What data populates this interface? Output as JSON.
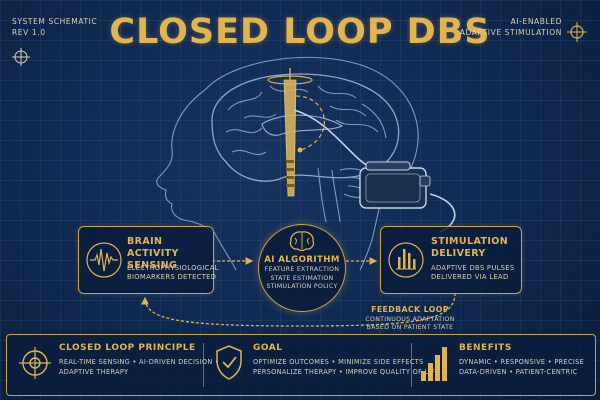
{
  "title": "CLOSED LOOP DBS",
  "header_left": {
    "line1": "SYSTEM SCHEMATIC",
    "line2": "REV 1.0"
  },
  "header_right": {
    "line1": "AI-ENABLED",
    "line2": "ADAPTIVE STIMULATION"
  },
  "sensing": {
    "title1": "BRAIN ACTIVITY",
    "title2": "SENSING",
    "text1": "ELECTROPHYSIOLOGICAL",
    "text2": "BIOMARKERS DETECTED",
    "icon": "waveform-icon"
  },
  "algorithm": {
    "title": "AI ALGORITHM",
    "line1": "FEATURE EXTRACTION",
    "line2": "STATE ESTIMATION",
    "line3": "STIMULATION POLICY",
    "icon": "brain-icon"
  },
  "stimulation": {
    "title1": "STIMULATION",
    "title2": "DELIVERY",
    "text1": "ADAPTIVE DBS PULSES",
    "text2": "DELIVERED VIA LEAD",
    "icon": "pulse-bars-icon"
  },
  "feedback": {
    "label": "FEEDBACK LOOP",
    "text1": "CONTINUOUS ADAPTATION",
    "text2": "BASED ON PATIENT STATE"
  },
  "bottom": {
    "principle": {
      "title": "CLOSED LOOP PRINCIPLE",
      "text1": "REAL-TIME SENSING • AI-DRIVEN DECISION •",
      "text2": "ADAPTIVE THERAPY",
      "icon": "target-icon"
    },
    "goal": {
      "title": "GOAL",
      "text1": "OPTIMIZE OUTCOMES • MINIMIZE SIDE EFFECTS",
      "text2": "PERSONALIZE THERAPY • IMPROVE QUALITY OF LIFE",
      "icon": "shield-check-icon"
    },
    "benefits": {
      "title": "BENEFITS",
      "text1": "DYNAMIC • RESPONSIVE • PRECISE",
      "text2": "DATA-DRIVEN • PATIENT-CENTRIC",
      "icon": "bar-chart-icon"
    }
  },
  "colors": {
    "background": "#0f2a52",
    "accent": "#e2b44f",
    "text": "#d9cfb4"
  }
}
